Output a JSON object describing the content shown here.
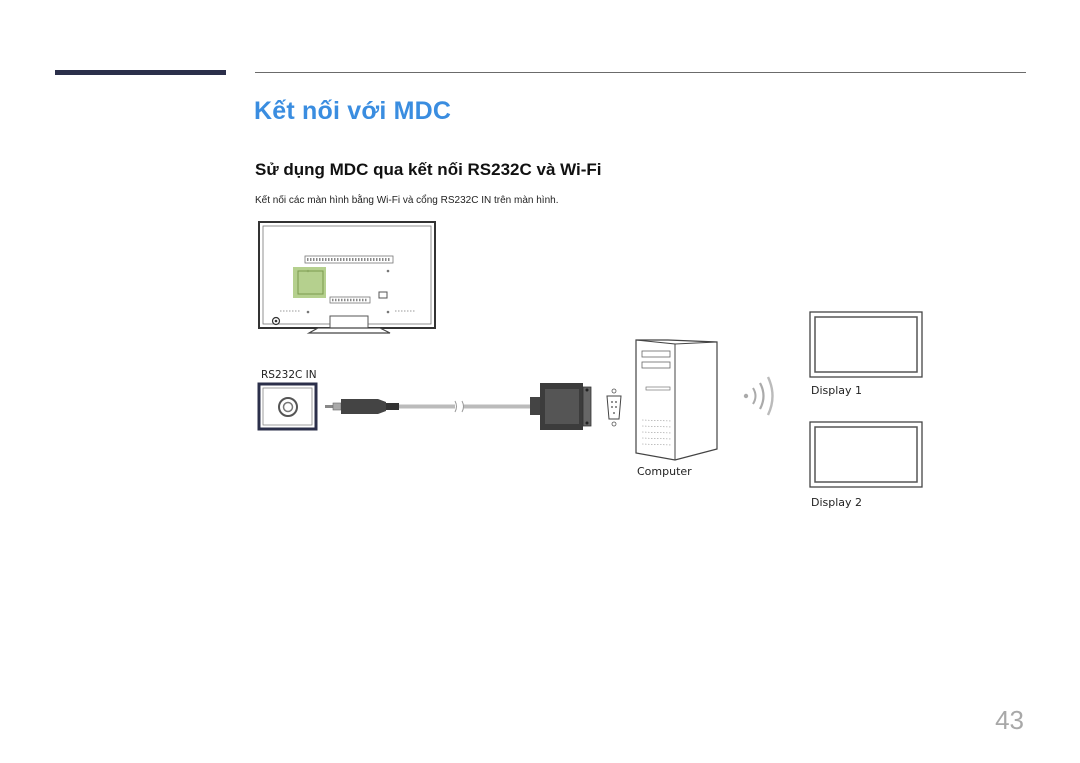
{
  "page": {
    "title": "Kết nối với MDC",
    "section_title": "Sử dụng MDC qua kết nối RS232C và Wi-Fi",
    "description": "Kết nối các màn hình bằng Wi-Fi và cổng RS232C IN trên màn hình.",
    "page_number": "43",
    "colors": {
      "title": "#3a8de0",
      "accent_bar": "#2b2f4a",
      "port_highlight": "#a8c87a"
    }
  },
  "diagram": {
    "port_label": "RS232C IN",
    "computer_label": "Computer",
    "display_1_label": "Display 1",
    "display_2_label": "Display 2",
    "icons": [
      "monitor-rear-icon",
      "rs232c-port-icon",
      "stereo-plug-icon",
      "serial-connector-icon",
      "computer-tower-icon",
      "wifi-signal-icon",
      "display-icon"
    ]
  }
}
